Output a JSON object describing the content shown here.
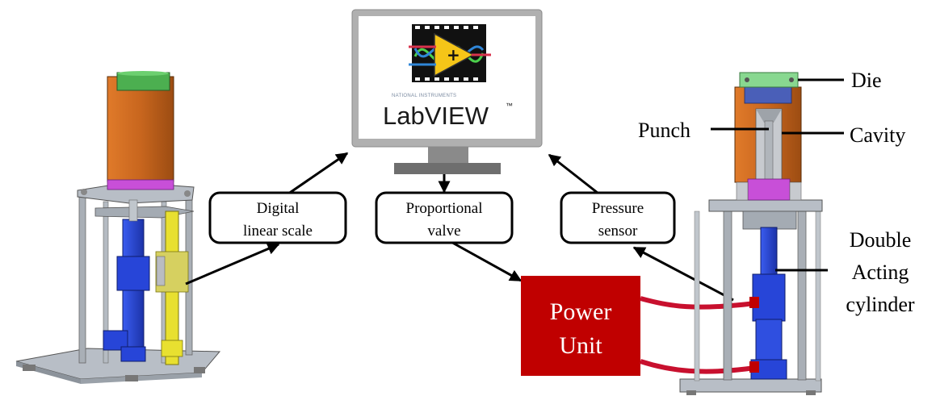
{
  "monitor": {
    "logo_brand": "NATIONAL INSTRUMENTS",
    "logo_name": "LabVIEW",
    "logo_tm": "™"
  },
  "boxes": {
    "scale_line1": "Digital",
    "scale_line2": "linear scale",
    "valve_line1": "Proportional",
    "valve_line2": "valve",
    "sensor_line1": "Pressure",
    "sensor_line2": "sensor"
  },
  "power_unit": {
    "line1": "Power",
    "line2": "Unit",
    "color": "#c00000"
  },
  "labels": {
    "die": "Die",
    "punch": "Punch",
    "cavity": "Cavity",
    "cyl_line1": "Double",
    "cyl_line2": "Acting",
    "cyl_line3": "cylinder"
  },
  "colors": {
    "orange": "#c8661e",
    "green": "#4caf50",
    "blue": "#2745d8",
    "yellow": "#e8e030",
    "magenta": "#c84fd8",
    "gray": "#a9afb6",
    "hose": "#c8102e"
  }
}
